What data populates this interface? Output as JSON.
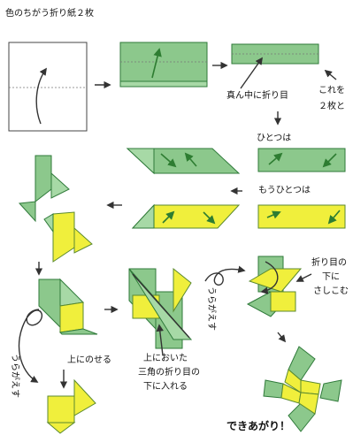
{
  "title": "色のちがう折り紙２枚",
  "labels": {
    "fold_middle": "真ん中に折り目",
    "do_two_1": "これを",
    "do_two_2": "２枚と",
    "one": "ひとつは",
    "other": "もうひとつは",
    "flip1": "うらがえす",
    "flip2": "うらがえす",
    "place_on_top": "上にのせる",
    "tuck1": "上においた",
    "tuck2": "三角の折り目の",
    "tuck3": "下に入れる",
    "tuck_r1": "折り目の",
    "tuck_r2": "下に",
    "tuck_r3": "さしこむ",
    "done": "できあがり！"
  },
  "colors": {
    "green": "#8cc88c",
    "yellow": "#f0ef3c",
    "outline": "#2f7a3a"
  }
}
